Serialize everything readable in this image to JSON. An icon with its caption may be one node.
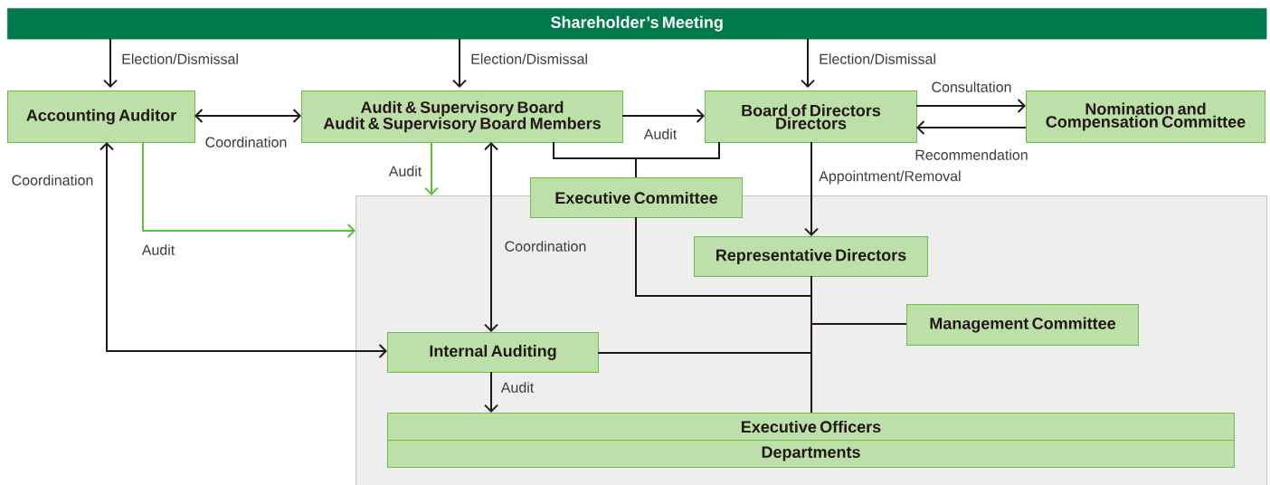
{
  "diagram": {
    "nodes": [
      {
        "text": [
          "Shareholder’s Meeting"
        ]
      },
      {
        "text": [
          "Accounting Auditor"
        ]
      },
      {
        "text": [
          "Audit & Supervisory Board",
          "Audit & Supervisory Board Members"
        ]
      },
      {
        "text": [
          "Board of Directors",
          "Directors"
        ]
      },
      {
        "text": [
          "Nomination and Compensation Committee"
        ]
      },
      {
        "text": [],
        "shape": "box"
      },
      {
        "text": [
          "Executive Committee"
        ]
      },
      {
        "text": [
          "Representative Directors"
        ],
        "in": 5
      },
      {
        "text": [
          "Management Committee"
        ],
        "in": 5
      },
      {
        "text": [
          "Internal Auditing"
        ],
        "in": 5
      },
      {
        "text": [
          "Executive Officers"
        ],
        "in": 5
      },
      {
        "text": [
          "Departments"
        ],
        "in": 5
      }
    ],
    "edges": [
      {
        "from": 0,
        "to": 1,
        "arrow": "to",
        "label": "Election/Dismissal"
      },
      {
        "from": 0,
        "to": 2,
        "arrow": "to",
        "label": "Election/Dismissal"
      },
      {
        "from": 0,
        "to": 3,
        "arrow": "to",
        "label": "Election/Dismissal"
      },
      {
        "from": 1,
        "to": 2,
        "arrow": "both",
        "label": "Coordination"
      },
      {
        "from": 2,
        "to": 3,
        "arrow": "to",
        "label": "Audit"
      },
      {
        "from": 3,
        "to": 4,
        "arrow": "to",
        "label": "Consultation"
      },
      {
        "from": 4,
        "to": 3,
        "arrow": "to",
        "label": "Recommendation"
      },
      {
        "from": 2,
        "to": 5,
        "arrow": "to",
        "label": "Audit",
        "color": "#5cbf3c"
      },
      {
        "from": 1,
        "to": 5,
        "arrow": "to",
        "label": "Audit",
        "color": "#5cbf3c"
      },
      {
        "from": 2,
        "to": 9,
        "arrow": "both",
        "label": "Coordination"
      },
      {
        "from": 1,
        "to": 9,
        "arrow": "both",
        "label": "Coordination"
      },
      {
        "from": 3,
        "to": 7,
        "arrow": "to",
        "label": "Appointment/Removal"
      },
      {
        "from": 9,
        "to": 10,
        "arrow": "to",
        "label": "Audit"
      },
      {
        "from": 2,
        "to": 6,
        "arrow": "none"
      },
      {
        "from": 3,
        "to": 6,
        "arrow": "none"
      },
      {
        "from": 6,
        "to": 10,
        "arrow": "none"
      },
      {
        "from": 7,
        "to": 10,
        "arrow": "none"
      },
      {
        "from": 8,
        "to": 10,
        "arrow": "none"
      },
      {
        "from": 9,
        "to": 10,
        "arrow": "none"
      }
    ]
  }
}
